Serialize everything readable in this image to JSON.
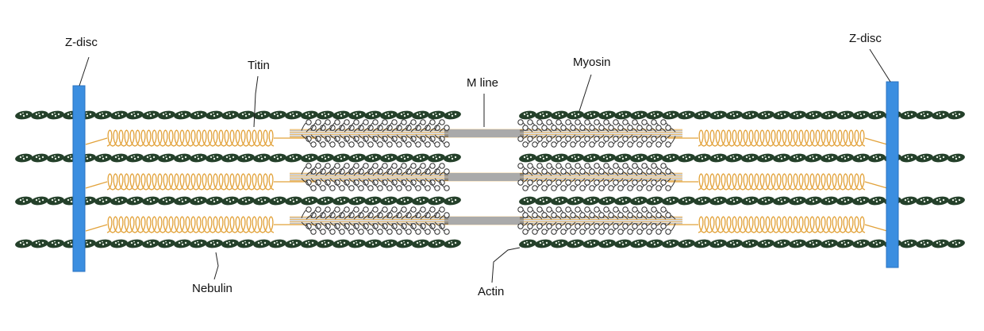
{
  "labels": {
    "z_disc_left": "Z-disc",
    "z_disc_right": "Z-disc",
    "titin": "Titin",
    "m_line": "M line",
    "myosin": "Myosin",
    "nebulin": "Nebulin",
    "actin": "Actin"
  },
  "colors": {
    "z_disc": "#3b8ee0",
    "z_disc_edge": "#2a73c2",
    "actin": "#24402a",
    "actin_bead": "#e4ece0",
    "titin": "#e2a23a",
    "myosin_stroke": "#2c2c2c",
    "m_line": "#555555",
    "leader": "#222222"
  }
}
